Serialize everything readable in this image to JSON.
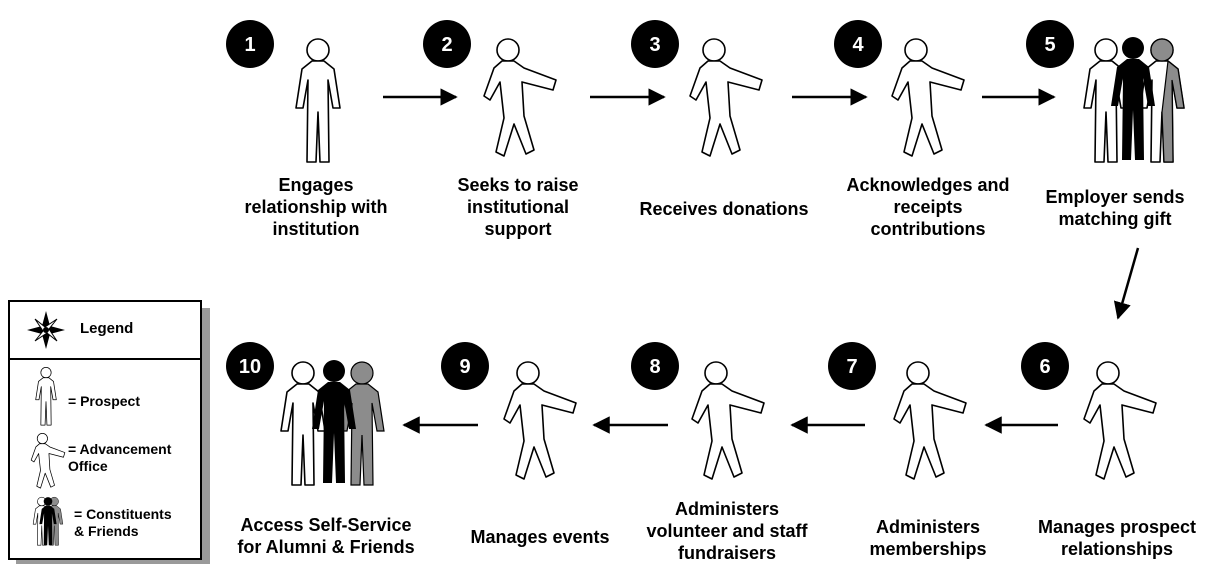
{
  "steps": [
    {
      "number": "1",
      "label": "Engages\nrelationship with\ninstitution",
      "actor": "prospect"
    },
    {
      "number": "2",
      "label": "Seeks to raise\ninstitutional\nsupport",
      "actor": "advancement-office"
    },
    {
      "number": "3",
      "label": "Receives donations",
      "actor": "advancement-office"
    },
    {
      "number": "4",
      "label": "Acknowledges and\nreceipts\ncontributions",
      "actor": "advancement-office"
    },
    {
      "number": "5",
      "label": "Employer sends\nmatching gift",
      "actor": "constituents-friends"
    },
    {
      "number": "6",
      "label": "Manages prospect\nrelationships",
      "actor": "advancement-office"
    },
    {
      "number": "7",
      "label": "Administers\nmemberships",
      "actor": "advancement-office"
    },
    {
      "number": "8",
      "label": "Administers\nvolunteer and staff\nfundraisers",
      "actor": "advancement-office"
    },
    {
      "number": "9",
      "label": "Manages events",
      "actor": "advancement-office"
    },
    {
      "number": "10",
      "label": "Access Self-Service\nfor Alumni & Friends",
      "actor": "constituents-friends"
    }
  ],
  "legend": {
    "title": "Legend",
    "icon": "compass-rose-icon",
    "items": [
      {
        "label": "= Prospect",
        "icon": "prospect-figure-icon"
      },
      {
        "label": "= Advancement\n  Office",
        "icon": "advancement-office-figure-icon"
      },
      {
        "label": "= Constituents\n  & Friends",
        "icon": "constituents-group-icon"
      }
    ]
  },
  "colors": {
    "figure_outline": "#000000",
    "group_black": "#000000",
    "group_gray": "#8c8c8c",
    "shadow": "#9a9a9a"
  }
}
